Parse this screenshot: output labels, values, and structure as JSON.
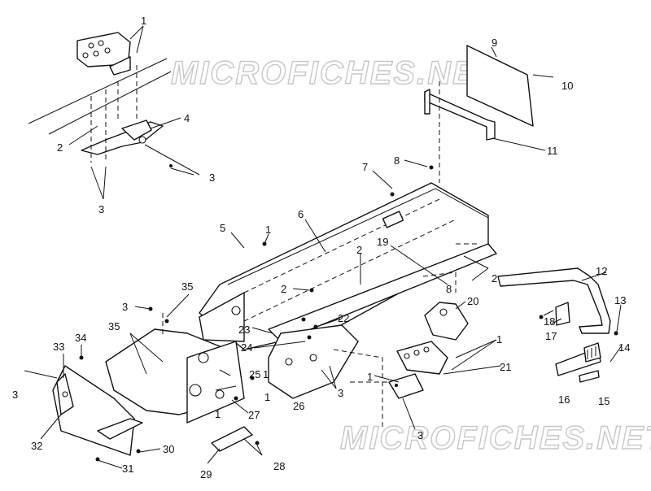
{
  "watermark": {
    "text": "MICROFICHES.NET"
  },
  "callouts": {
    "c1": "1",
    "c2": "2",
    "c3": "3",
    "c4": "4",
    "c5": "5",
    "c6": "6",
    "c7": "7",
    "c8": "8",
    "c9": "9",
    "c10": "10",
    "c11": "11",
    "c12": "12",
    "c13": "13",
    "c14": "14",
    "c15": "15",
    "c16": "16",
    "c17": "17",
    "c18": "18",
    "c19": "19",
    "c20": "20",
    "c21": "21",
    "c22": "22",
    "c23": "23",
    "c24": "24",
    "c25": "25",
    "c26": "26",
    "c27": "27",
    "c28": "28",
    "c29": "29",
    "c30": "30",
    "c31": "31",
    "c32": "32",
    "c33": "33",
    "c34": "34",
    "c35": "35"
  }
}
